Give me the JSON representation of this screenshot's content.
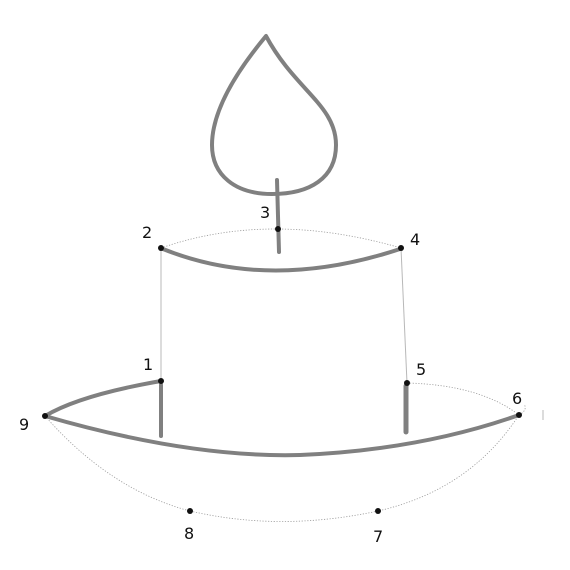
{
  "points": [
    {
      "label": "1"
    },
    {
      "label": "2"
    },
    {
      "label": "3"
    },
    {
      "label": "4"
    },
    {
      "label": "5"
    },
    {
      "label": "6"
    },
    {
      "label": "7"
    },
    {
      "label": "8"
    },
    {
      "label": "9"
    }
  ],
  "colors": {
    "outline": "#808080",
    "dot": "#111111",
    "guide": "#9a9a9a",
    "background": "#ffffff"
  }
}
